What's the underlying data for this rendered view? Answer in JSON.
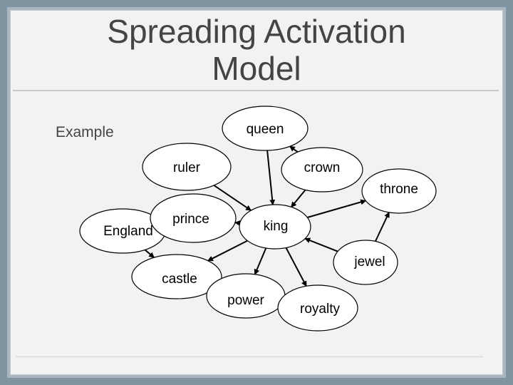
{
  "slide": {
    "title_line1": "Spreading Activation",
    "title_line2": "Model",
    "subtitle": "Example"
  },
  "nodes": [
    {
      "id": "queen",
      "label": "queen"
    },
    {
      "id": "ruler",
      "label": "ruler"
    },
    {
      "id": "crown",
      "label": "crown"
    },
    {
      "id": "throne",
      "label": "throne"
    },
    {
      "id": "england",
      "label": "England"
    },
    {
      "id": "prince",
      "label": "prince"
    },
    {
      "id": "king",
      "label": "king"
    },
    {
      "id": "jewel",
      "label": "jewel"
    },
    {
      "id": "castle",
      "label": "castle"
    },
    {
      "id": "power",
      "label": "power"
    },
    {
      "id": "royalty",
      "label": "royalty"
    }
  ],
  "edges": [
    {
      "from": "queen",
      "to": "king"
    },
    {
      "from": "ruler",
      "to": "king"
    },
    {
      "from": "crown",
      "to": "king"
    },
    {
      "from": "crown",
      "to": "queen"
    },
    {
      "from": "king",
      "to": "throne"
    },
    {
      "from": "king",
      "to": "prince"
    },
    {
      "from": "king",
      "to": "castle"
    },
    {
      "from": "king",
      "to": "power"
    },
    {
      "from": "jewel",
      "to": "king"
    },
    {
      "from": "king",
      "to": "royalty"
    },
    {
      "from": "jewel",
      "to": "throne"
    },
    {
      "from": "prince",
      "to": "england"
    },
    {
      "from": "england",
      "to": "castle"
    }
  ]
}
